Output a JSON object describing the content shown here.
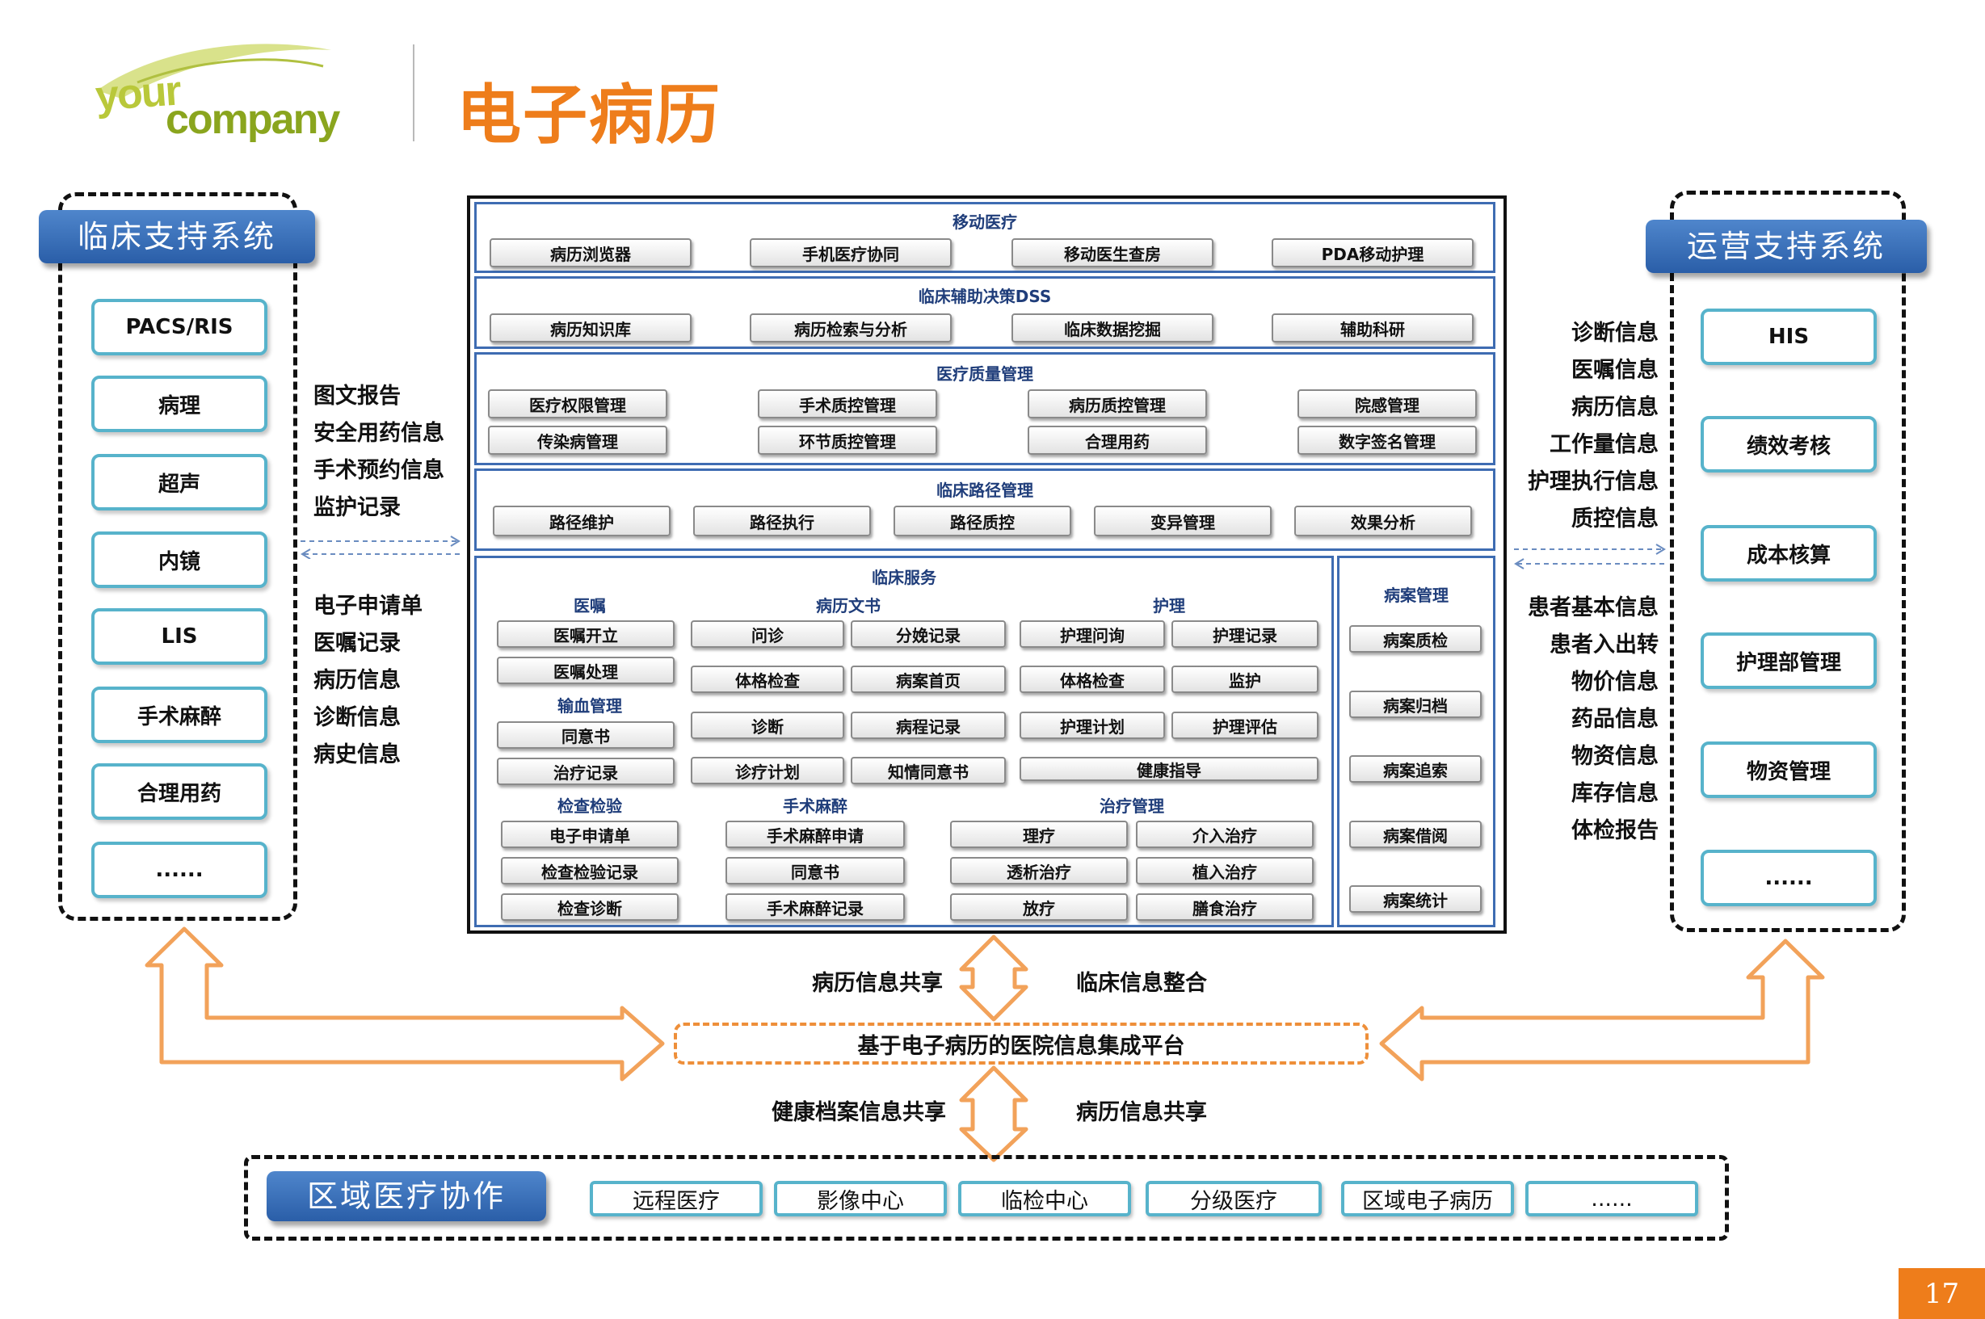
{
  "header": {
    "logo_line1": "your",
    "logo_line2": "company",
    "title": "电子病历"
  },
  "left_panel": {
    "title": "临床支持系统",
    "items": [
      "PACS/RIS",
      "病理",
      "超声",
      "内镜",
      "LIS",
      "手术麻醉",
      "合理用药",
      "......"
    ]
  },
  "left_labels_top": [
    "图文报告",
    "安全用药信息",
    "手术预约信息",
    "监护记录"
  ],
  "left_labels_bottom": [
    "电子申请单",
    "医嘱记录",
    "病历信息",
    "诊断信息",
    "病史信息"
  ],
  "right_panel": {
    "title": "运营支持系统",
    "items": [
      "HIS",
      "绩效考核",
      "成本核算",
      "护理部管理",
      "物资管理",
      "......"
    ]
  },
  "right_labels_top": [
    "诊断信息",
    "医嘱信息",
    "病历信息",
    "工作量信息",
    "护理执行信息",
    "质控信息"
  ],
  "right_labels_bottom": [
    "患者基本信息",
    "患者入出转",
    "物价信息",
    "药品信息",
    "物资信息",
    "库存信息",
    "体检报告"
  ],
  "main": {
    "mobile": {
      "title": "移动医疗",
      "buttons": [
        "病历浏览器",
        "手机医疗协同",
        "移动医生查房",
        "PDA移动护理"
      ]
    },
    "dss": {
      "title": "临床辅助决策DSS",
      "buttons": [
        "病历知识库",
        "病历检索与分析",
        "临床数据挖掘",
        "辅助科研"
      ]
    },
    "quality": {
      "title": "医疗质量管理",
      "buttons": [
        "医疗权限管理",
        "手术质控管理",
        "病历质控管理",
        "院感管理",
        "传染病管理",
        "环节质控管理",
        "合理用药",
        "数字签名管理"
      ]
    },
    "pathway": {
      "title": "临床路径管理",
      "buttons": [
        "路径维护",
        "路径执行",
        "路径质控",
        "变异管理",
        "效果分析"
      ]
    },
    "clinical": {
      "title": "临床服务",
      "order_head": "医嘱",
      "order_buttons": [
        "医嘱开立",
        "医嘱处理"
      ],
      "blood_head": "输血管理",
      "blood_buttons": [
        "同意书",
        "治疗记录"
      ],
      "doc_head": "病历文书",
      "doc_buttons": [
        "问诊",
        "分娩记录",
        "体格检查",
        "病案首页",
        "诊断",
        "病程记录",
        "诊疗计划",
        "知情同意书"
      ],
      "nursing_head": "护理",
      "nursing_buttons": [
        "护理问询",
        "护理记录",
        "体格检查",
        "监护",
        "护理计划",
        "护理评估",
        "健康指导"
      ],
      "exam_head": "检查检验",
      "exam_buttons": [
        "电子申请单",
        "检查检验记录",
        "检查诊断"
      ],
      "surgery_head": "手术麻醉",
      "surgery_buttons": [
        "手术麻醉申请",
        "同意书",
        "手术麻醉记录"
      ],
      "therapy_head": "治疗管理",
      "therapy_buttons": [
        "理疗",
        "介入治疗",
        "透析治疗",
        "植入治疗",
        "放疗",
        "膳食治疗"
      ]
    },
    "records": {
      "title": "病案管理",
      "buttons": [
        "病案质检",
        "病案归档",
        "病案追索",
        "病案借阅",
        "病案统计"
      ]
    }
  },
  "flow": {
    "upper_left": "病历信息共享",
    "upper_right": "临床信息整合",
    "platform": "基于电子病历的医院信息集成平台",
    "lower_left": "健康档案信息共享",
    "lower_right": "病历信息共享"
  },
  "regional": {
    "title": "区域医疗协作",
    "items": [
      "远程医疗",
      "影像中心",
      "临检中心",
      "分级医疗",
      "区域电子病历",
      "......"
    ]
  },
  "page_number": "17",
  "colors": {
    "accent_orange": "#ee7d1b",
    "section_blue": "#3e6cb2",
    "button_teal": "#57b3cb",
    "arrow_orange": "#f2a25a"
  }
}
